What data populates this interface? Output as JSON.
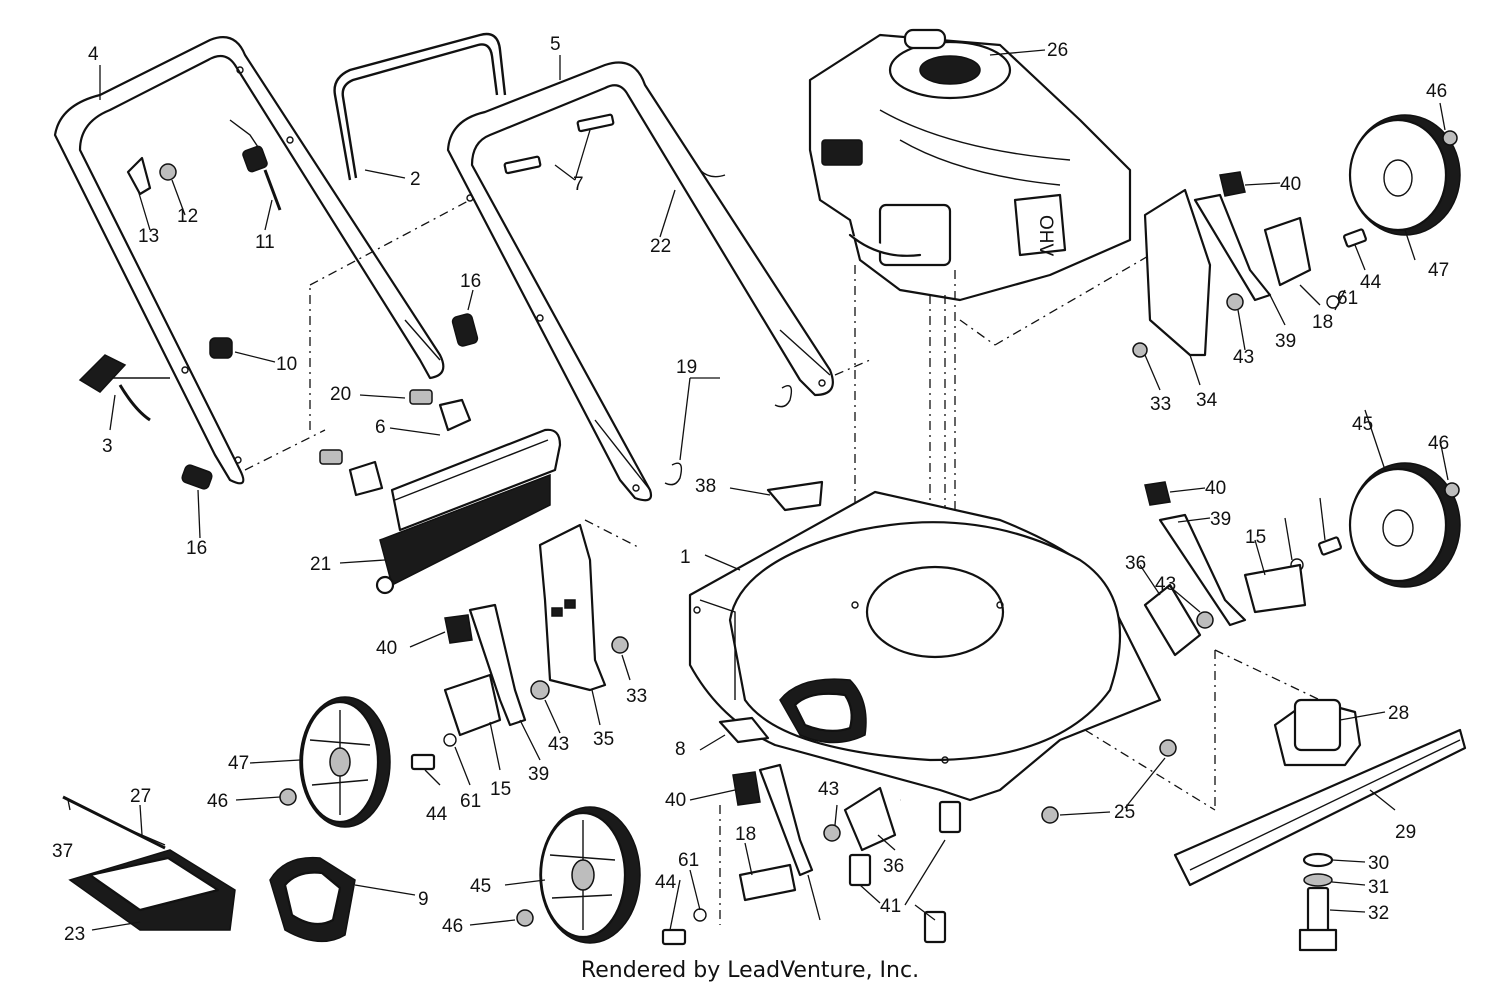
{
  "footer": "Rendered by LeadVenture, Inc.",
  "labels": [
    "1",
    "2",
    "3",
    "4",
    "5",
    "6",
    "7",
    "8",
    "9",
    "10",
    "11",
    "12",
    "13",
    "15",
    "15",
    "16",
    "16",
    "18",
    "18",
    "19",
    "20",
    "21",
    "22",
    "23",
    "25",
    "26",
    "27",
    "28",
    "29",
    "30",
    "31",
    "32",
    "33",
    "33",
    "34",
    "35",
    "36",
    "36",
    "37",
    "38",
    "39",
    "39",
    "39",
    "40",
    "40",
    "40",
    "40",
    "41",
    "43",
    "43",
    "43",
    "43",
    "44",
    "44",
    "44",
    "45",
    "45",
    "46",
    "46",
    "46",
    "46",
    "47",
    "47",
    "61",
    "61",
    "61"
  ]
}
